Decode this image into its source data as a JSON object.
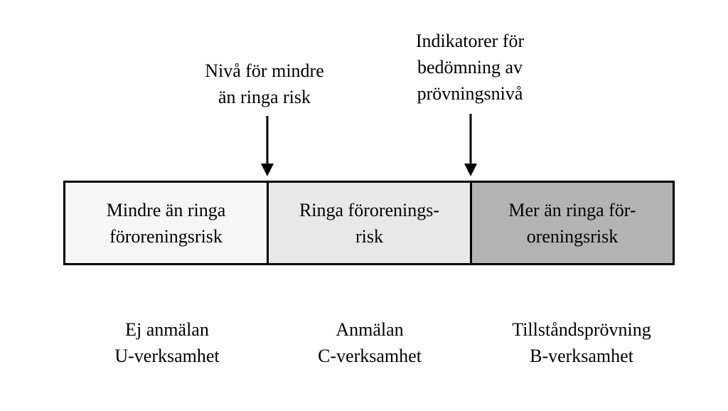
{
  "thresholds": [
    {
      "lines": [
        "Nivå för mindre",
        "än ringa risk"
      ]
    },
    {
      "lines": [
        "Indikatorer för",
        "bedömning av",
        "prövningsnivå"
      ]
    }
  ],
  "levels": [
    {
      "lines": [
        "Mindre än ringa",
        "föroreningsrisk"
      ],
      "fill": "#f6f6f6"
    },
    {
      "lines": [
        "Ringa förorenings-",
        "risk"
      ],
      "fill": "#e8e8e8"
    },
    {
      "lines": [
        "Mer än ringa för-",
        "oreningsrisk"
      ],
      "fill": "#b3b3b3"
    }
  ],
  "outcomes": [
    {
      "lines": [
        "Ej anmälan",
        "U-verksamhet"
      ]
    },
    {
      "lines": [
        "Anmälan",
        "C-verksamhet"
      ]
    },
    {
      "lines": [
        "Tillståndsprövning",
        "B-verksamhet"
      ]
    }
  ]
}
